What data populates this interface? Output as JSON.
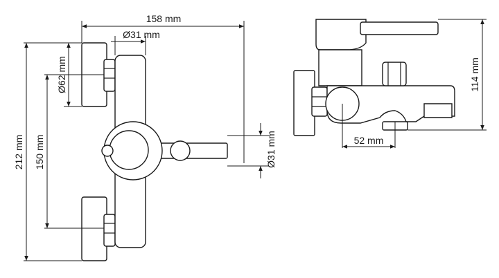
{
  "dimensions": {
    "overall_width": "158 mm",
    "inlet_diameter": "Ø31 mm",
    "flange_diameter": "Ø62 mm",
    "overall_height": "212 mm",
    "inlet_spacing": "150 mm",
    "spout_diameter": "Ø31 mm",
    "projection": "52 mm",
    "side_height": "114 mm"
  }
}
